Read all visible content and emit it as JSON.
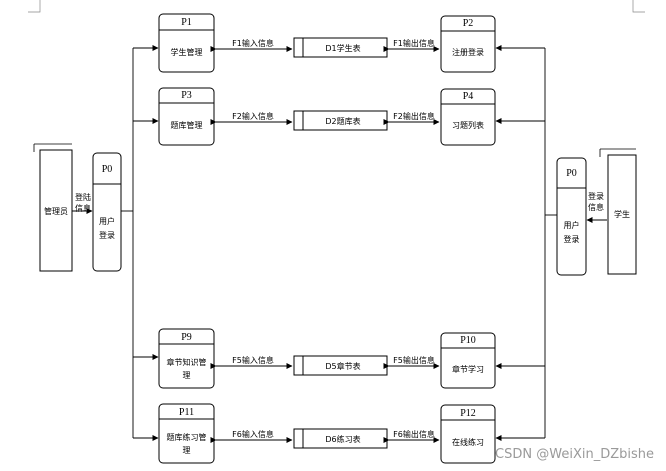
{
  "entities": {
    "admin": {
      "label": "管理员"
    },
    "student": {
      "label": "学生"
    }
  },
  "processes": {
    "p0_left": {
      "id": "P0",
      "lines": [
        "用户",
        "登录"
      ]
    },
    "p0_right": {
      "id": "P0",
      "lines": [
        "用户",
        "登录"
      ]
    },
    "p1": {
      "id": "P1",
      "lines": [
        "学生管理"
      ]
    },
    "p2": {
      "id": "P2",
      "lines": [
        "注册登录"
      ]
    },
    "p3": {
      "id": "P3",
      "lines": [
        "题库管理"
      ]
    },
    "p4": {
      "id": "P4",
      "lines": [
        "习题列表"
      ]
    },
    "p9": {
      "id": "P9",
      "lines": [
        "章节知识管",
        "理"
      ]
    },
    "p10": {
      "id": "P10",
      "lines": [
        "章节学习"
      ]
    },
    "p11": {
      "id": "P11",
      "lines": [
        "题库练习管",
        "理"
      ]
    },
    "p12": {
      "id": "P12",
      "lines": [
        "在线练习"
      ]
    }
  },
  "stores": {
    "d1": "D1学生表",
    "d2": "D2题库表",
    "d5": "D5章节表",
    "d6": "D6练习表"
  },
  "flows": {
    "left_login": [
      "登陆",
      "信息"
    ],
    "right_login": [
      "登录",
      "信息"
    ],
    "f1_in": "F1输入信息",
    "f1_out": "F1输出信息",
    "f2_in": "F2输入信息",
    "f2_out": "F2输出信息",
    "f5_in": "F5输入信息",
    "f5_out": "F5输出信息",
    "f6_in": "F6输入信息",
    "f6_out": "F6输出信息"
  },
  "watermark": "CSDN @WeiXin_DZbishe"
}
